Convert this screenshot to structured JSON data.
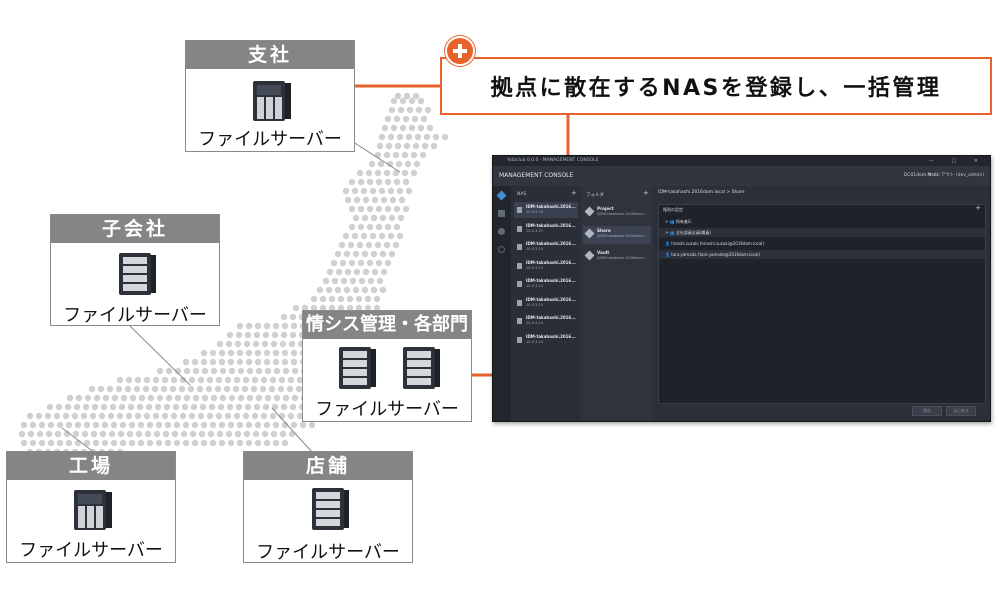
{
  "callout": {
    "text": "拠点に散在するNASを登録し、一括管理"
  },
  "locations": [
    {
      "id": "branch",
      "title": "支社",
      "server_label": "ファイルサーバー"
    },
    {
      "id": "subsidiary",
      "title": "子会社",
      "server_label": "ファイルサーバー"
    },
    {
      "id": "it_dept",
      "title": "情シス管理・各部門",
      "server_label": "ファイルサーバー"
    },
    {
      "id": "factory",
      "title": "工場",
      "server_label": "ファイルサーバー"
    },
    {
      "id": "store",
      "title": "店舗",
      "server_label": "ファイルサーバー"
    }
  ],
  "colors": {
    "accent": "#e8622c",
    "header_gray": "#858585",
    "map_dot": "#d0d0d0"
  },
  "console": {
    "window_title": "Yobiclub 0.0.0 - MANAGEMENT CONSOLE",
    "app_title": "MANAGEMENT CONSOLE",
    "host": "DC01dom.local",
    "user": "サインアウト (dev_admin)",
    "nas_column_title": "NAS",
    "folder_column_title": "フォルダ",
    "breadcrumb": "IDM-takahashi.2016dom.local > Share",
    "nas_items": [
      {
        "name": "IDM-takahashi.2016...",
        "ip": "10.0.3.20"
      },
      {
        "name": "IDM-takahashi.2016...",
        "ip": "10.0.3.21"
      },
      {
        "name": "IDM-takahashi.2016...",
        "ip": "10.0.3.10"
      },
      {
        "name": "IDM-takahashi.2016...",
        "ip": "10.0.3.11"
      },
      {
        "name": "IDM-takahashi.2016...",
        "ip": "10.0.3.12"
      },
      {
        "name": "IDM-takahashi.2016...",
        "ip": "10.0.3.15"
      },
      {
        "name": "IDM-takahashi.2016...",
        "ip": "10.0.3.13"
      },
      {
        "name": "IDM-takahashi.2016...",
        "ip": "10.0.3.14"
      }
    ],
    "folders": [
      {
        "name": "Project",
        "path": "\\\\IDM-takahashi.2016dom.l..."
      },
      {
        "name": "Share",
        "path": "\\\\IDM-takahashi.2016dom.l..."
      },
      {
        "name": "Vault",
        "path": "\\\\IDM-takahashi.2016dom.l..."
      }
    ],
    "permissions_title": "権限の設定",
    "permission_rows": [
      "> 👥 所有者G",
      "> 👥 全社部員全員(職員)",
      "  👤 hiroshi.suzuki (hiroshi.suzuki@2016dom.local)",
      "  👤 taro.yamada (taro.yamada@2016dom.local)"
    ],
    "buttons": [
      "保存",
      "元に戻す"
    ]
  }
}
